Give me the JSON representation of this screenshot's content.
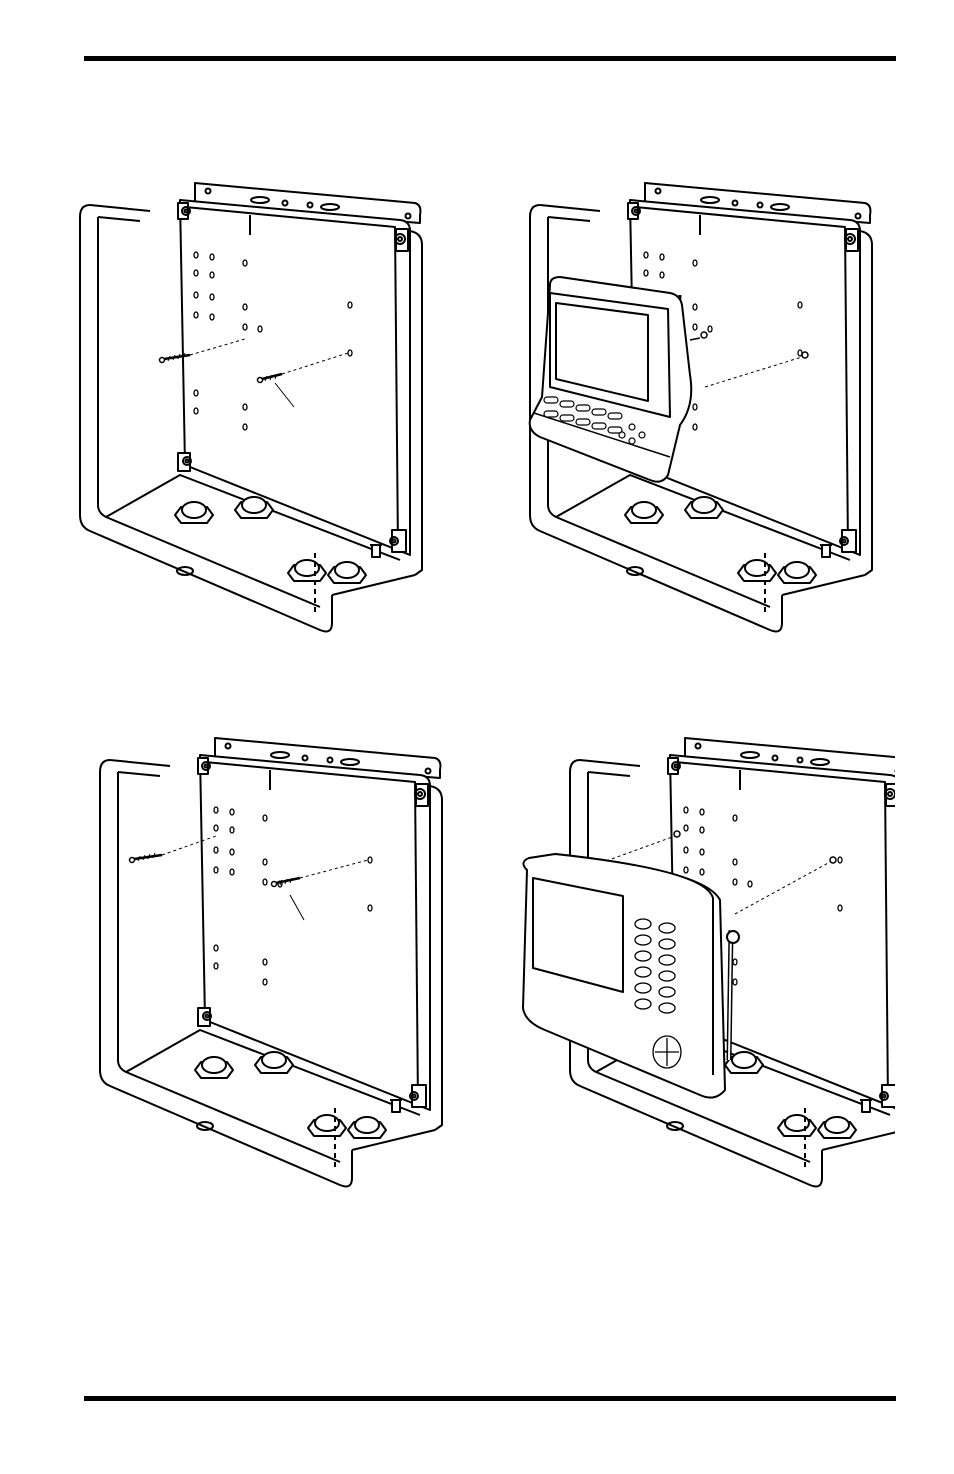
{
  "document": {
    "type": "installation-illustration-page",
    "figures": [
      {
        "id": "fig-tl",
        "device": "none",
        "screws": 2
      },
      {
        "id": "fig-tr",
        "device": "console-mounted",
        "screws": 2
      },
      {
        "id": "fig-bl",
        "device": "none",
        "screws": 2
      },
      {
        "id": "fig-br",
        "device": "console-mounted",
        "screws": 2
      }
    ]
  }
}
